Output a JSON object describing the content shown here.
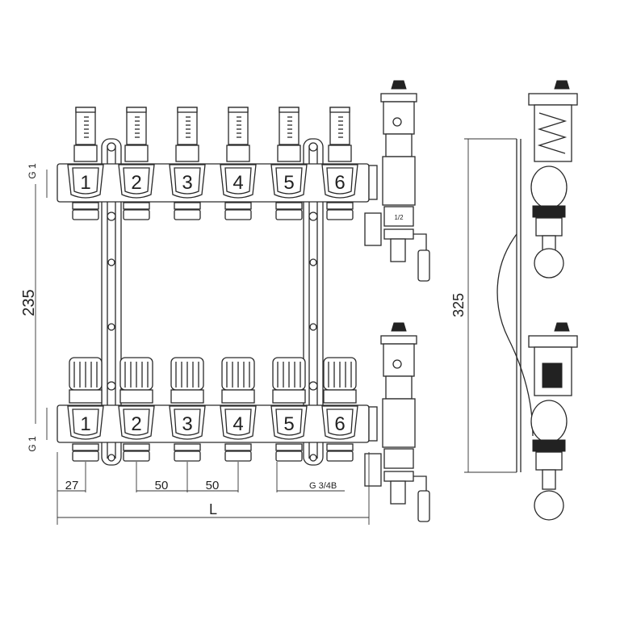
{
  "ports": [
    "1",
    "2",
    "3",
    "4",
    "5",
    "6"
  ],
  "dimensions": {
    "height_front": "235",
    "height_side": "325",
    "thread_main_top": "G 1",
    "thread_main_bottom": "G 1",
    "edge_offset": "27",
    "spacing_1": "50",
    "spacing_2": "50",
    "outlet_thread": "G 3/4B",
    "total_length": "L"
  },
  "fitting_label": "1/2"
}
